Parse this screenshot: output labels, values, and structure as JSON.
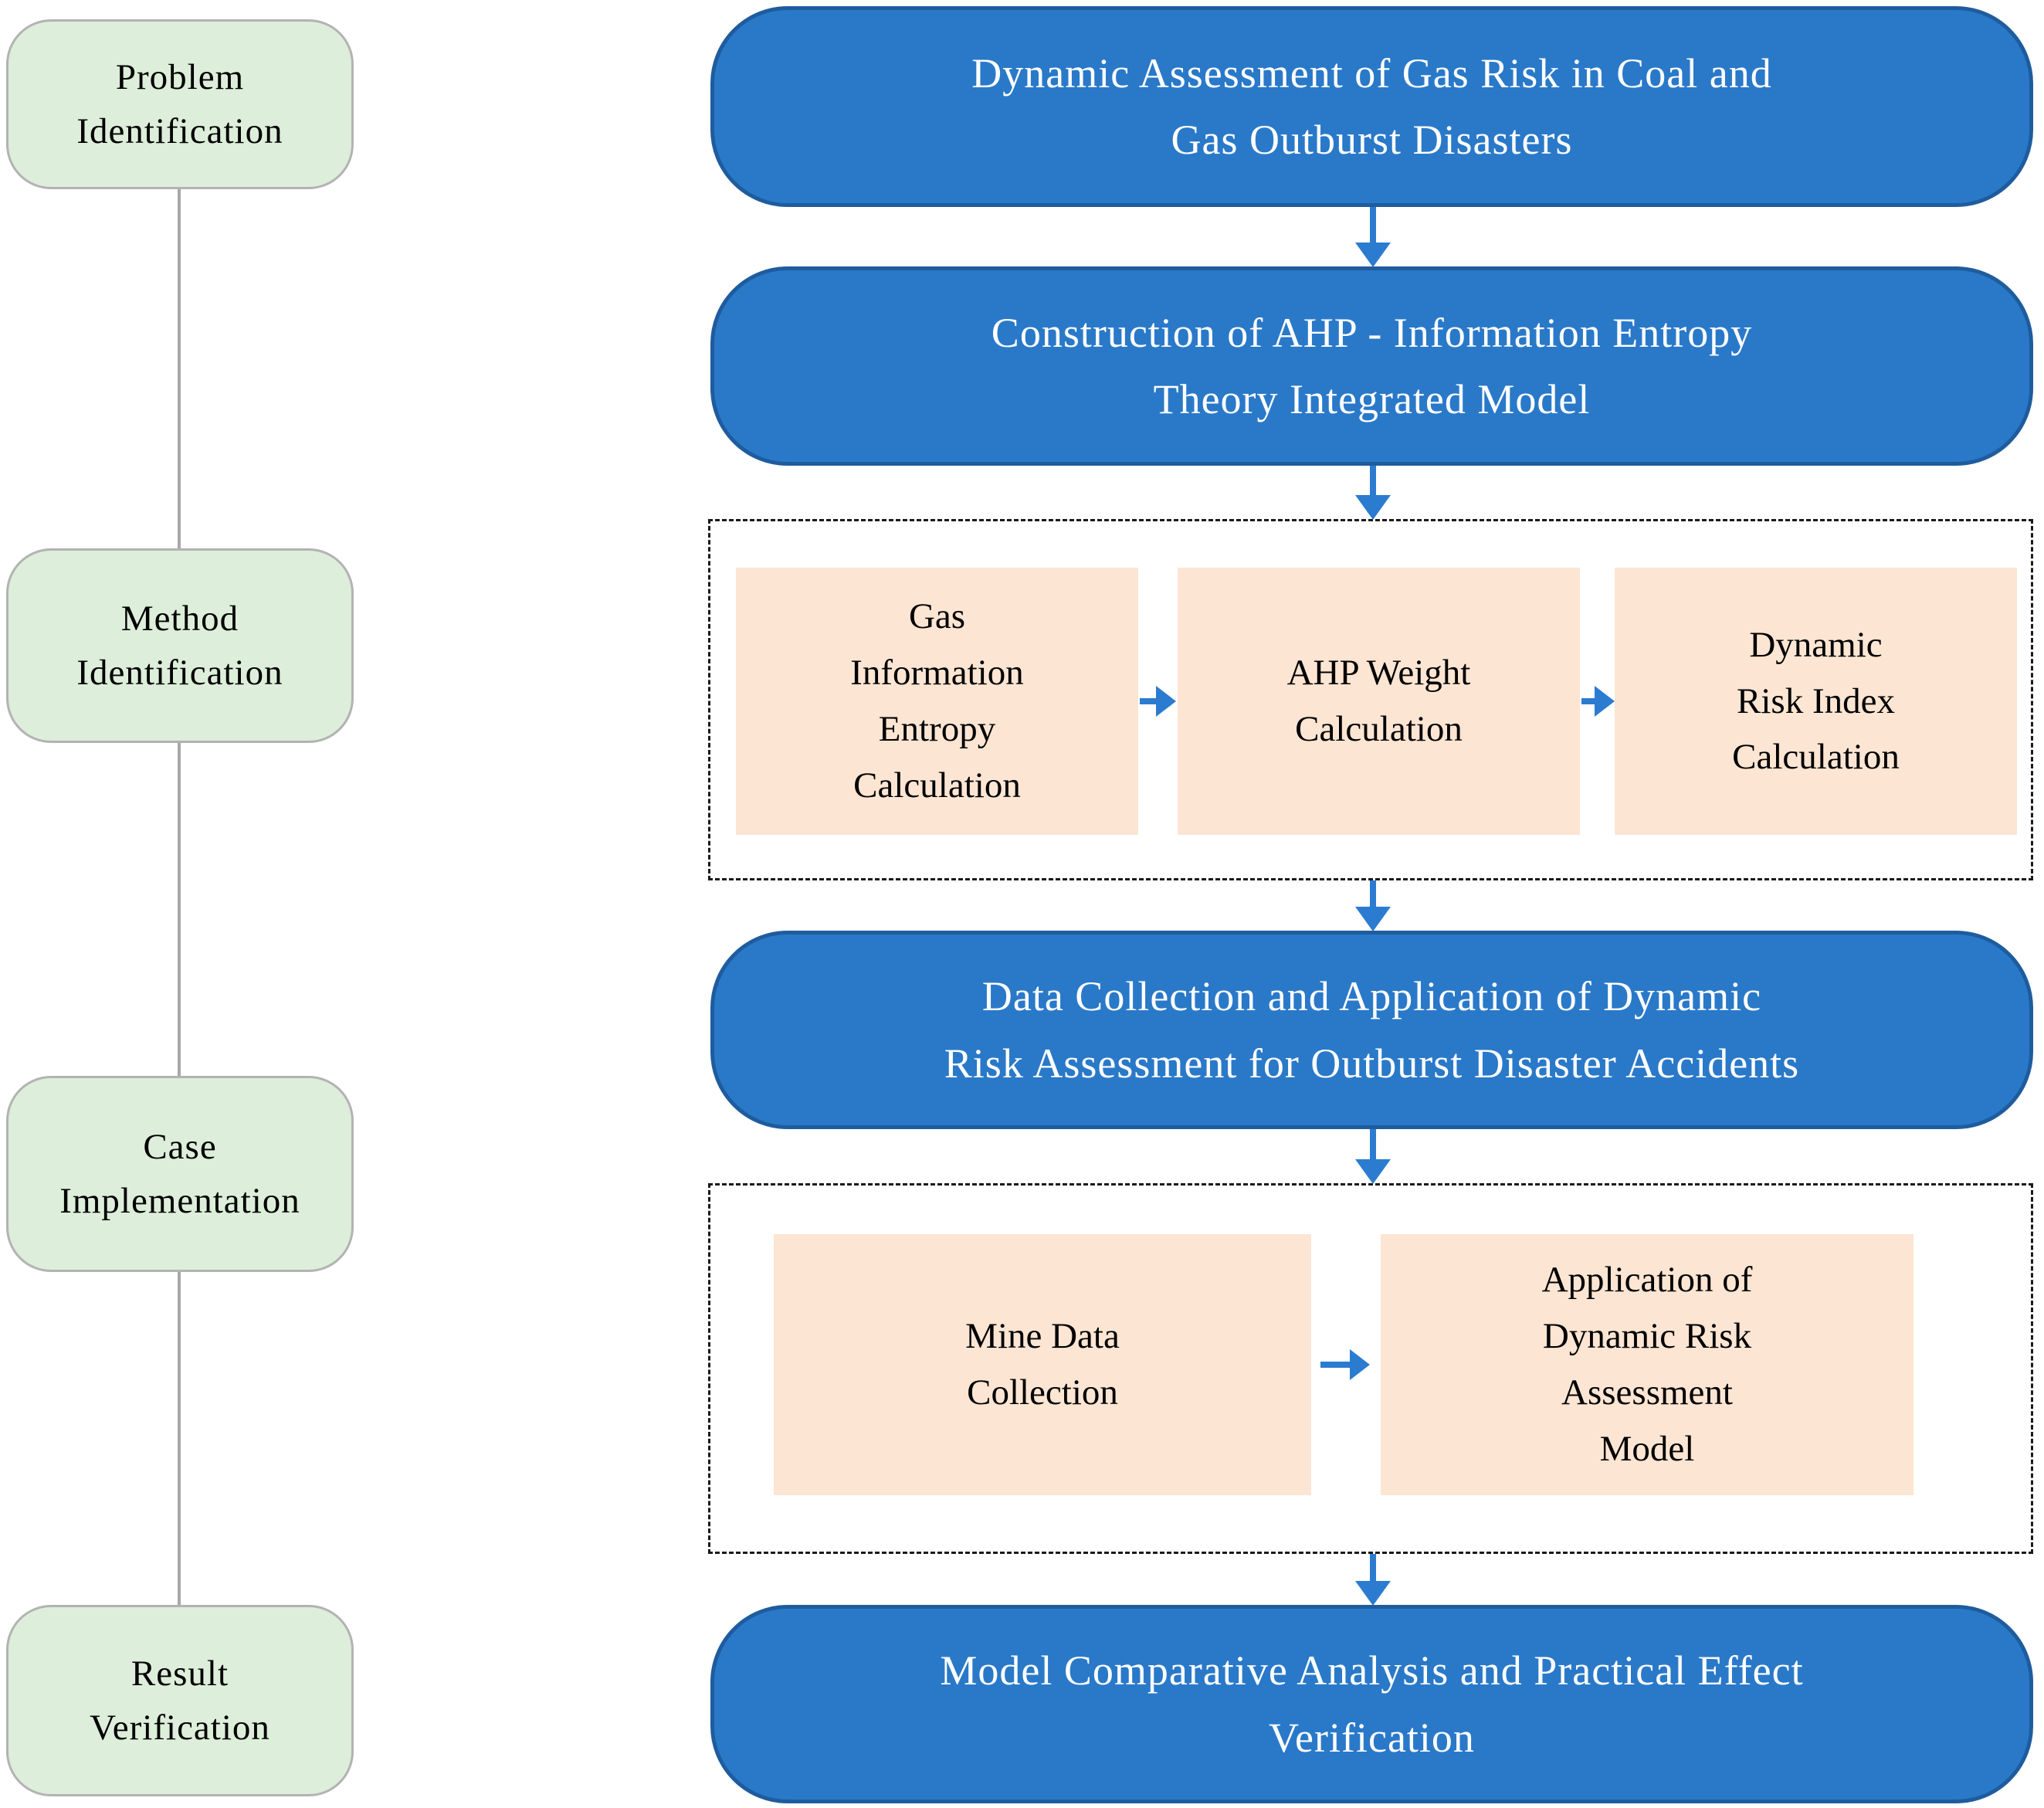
{
  "figure": {
    "left_steps": [
      {
        "lines": [
          "Problem",
          "Identification"
        ]
      },
      {
        "lines": [
          "Method",
          "Identification"
        ]
      },
      {
        "lines": [
          "Case",
          "Implementation"
        ]
      },
      {
        "lines": [
          "Result",
          "Verification"
        ]
      }
    ],
    "flow_nodes": {
      "problem": {
        "lines": [
          "Dynamic Assessment of Gas Risk in Coal and",
          "Gas Outburst Disasters"
        ]
      },
      "model_construction": {
        "lines": [
          "Construction of AHP - Information Entropy",
          "Theory Integrated Model"
        ]
      },
      "method_steps": [
        {
          "lines": [
            "Gas",
            "Information",
            "Entropy",
            "Calculation"
          ]
        },
        {
          "lines": [
            "AHP Weight",
            "Calculation"
          ]
        },
        {
          "lines": [
            "Dynamic",
            "Risk Index",
            "Calculation"
          ]
        }
      ],
      "data_application": {
        "lines": [
          "Data Collection and Application of Dynamic",
          "Risk Assessment for Outburst Disaster Accidents"
        ]
      },
      "case_steps": [
        {
          "lines": [
            "Mine Data",
            "Collection"
          ]
        },
        {
          "lines": [
            "Application of",
            "Dynamic Risk",
            "Assessment",
            "Model"
          ]
        }
      ],
      "verification": {
        "lines": [
          "Model Comparative Analysis and Practical Effect",
          "Verification"
        ]
      }
    },
    "colors": {
      "blue_fill": "#2A79C9",
      "blue_border": "#1E5C9E",
      "green_fill": "#DDEEDA",
      "green_border": "#B3B3B3",
      "peach_fill": "#FCE5D3",
      "arrow_blue": "#2B7CD0",
      "connector_gray": "#A8A8A8",
      "dashed_border": "#1A1A1A",
      "text_dark": "#000000",
      "text_light": "#FFFFFF"
    }
  }
}
